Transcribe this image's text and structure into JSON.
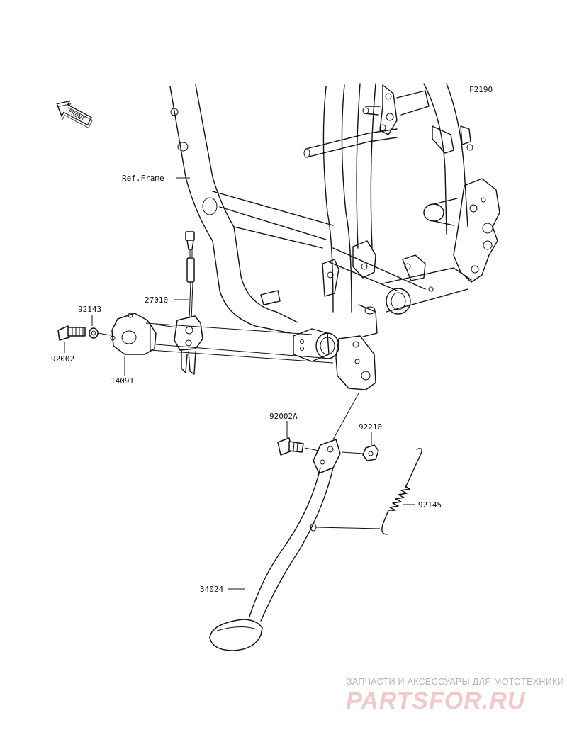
{
  "diagram": {
    "figure_code": "F2190",
    "front_label": "FRONT",
    "ref_label": "Ref.Frame",
    "parts": {
      "p27010": "27010",
      "p92143": "92143",
      "p92002": "92002",
      "p14091": "14091",
      "p92002A": "92002A",
      "p92210": "92210",
      "p92145": "92145",
      "p34024": "34024"
    }
  },
  "watermark": {
    "tagline": "ЗАПЧАСТИ И АКСЕССУАРЫ ДЛЯ МОТОТЕХНИКИ",
    "brand": "PARTSFOR.RU",
    "color": "#f3c8c8"
  }
}
